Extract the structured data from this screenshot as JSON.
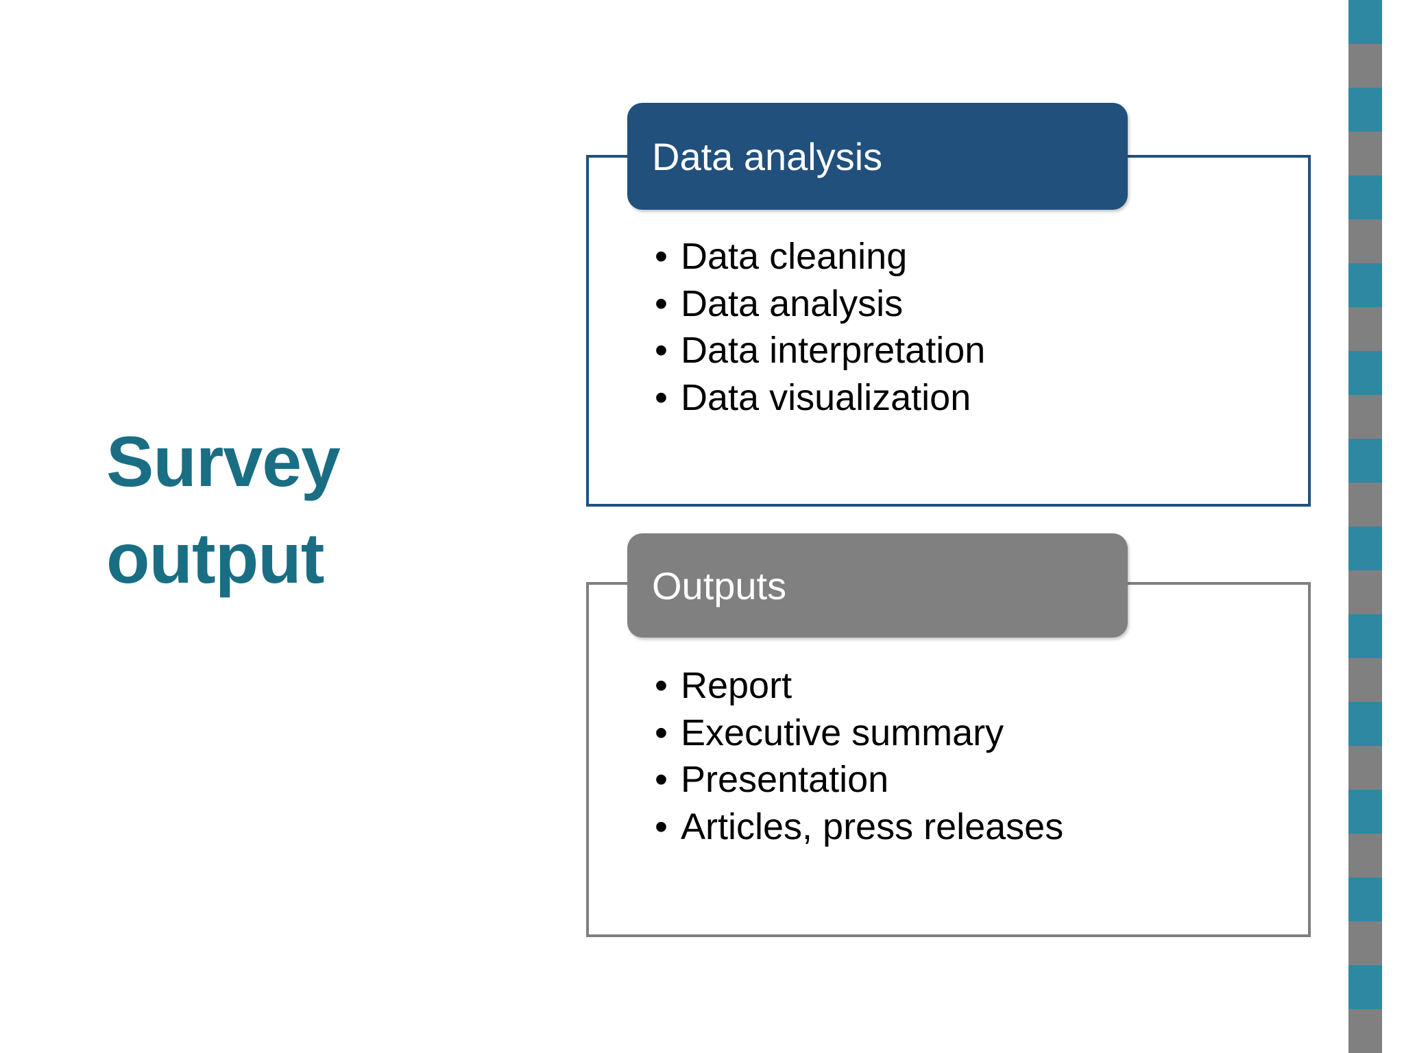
{
  "slide": {
    "title": "Survey\noutput",
    "title_color": "#1A6E84",
    "background": "#FFFFFF"
  },
  "groups": [
    {
      "id": "data-analysis",
      "header": "Data analysis",
      "header_bg": "#21507C",
      "header_text_color": "#FFFFFF",
      "outline_color": "#21507C",
      "bullet_glyph": "•",
      "items": [
        "Data cleaning",
        "Data analysis",
        "Data interpretation",
        "Data visualization"
      ]
    },
    {
      "id": "outputs",
      "header": "Outputs",
      "header_bg": "#808080",
      "header_text_color": "#FFFFFF",
      "outline_color": "#7F7F7F",
      "bullet_glyph": "•",
      "items": [
        "Report",
        "Executive summary",
        "Presentation",
        "Articles, press releases"
      ]
    }
  ],
  "right_stripe": {
    "teal": "#2E88A2",
    "gray": "#808080",
    "block_height": 64,
    "width": 49,
    "sequence": [
      "teal",
      "gray",
      "teal",
      "gray",
      "teal",
      "gray",
      "teal",
      "gray",
      "teal",
      "gray",
      "teal",
      "gray",
      "teal",
      "gray",
      "teal",
      "gray",
      "teal",
      "gray",
      "teal",
      "gray",
      "teal",
      "gray",
      "teal",
      "gray"
    ]
  }
}
